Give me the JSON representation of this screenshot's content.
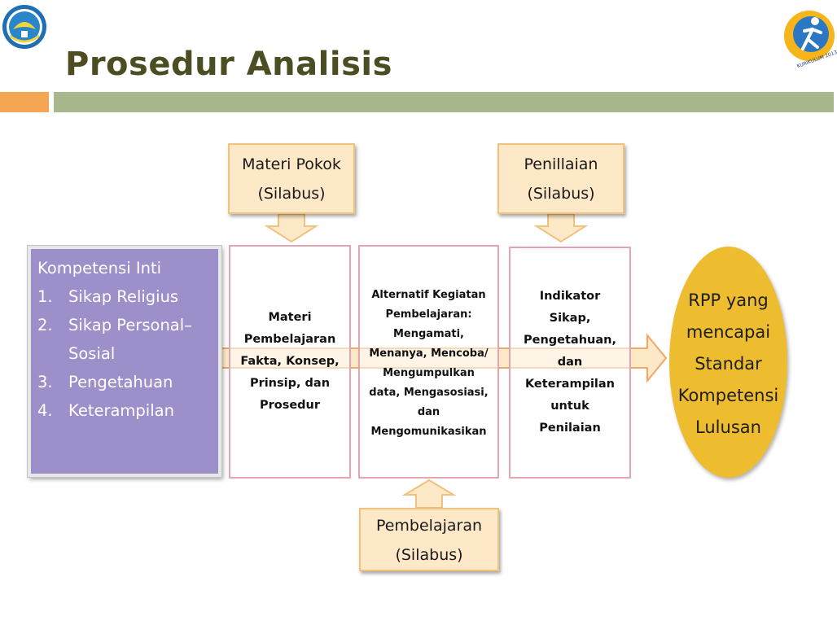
{
  "title": "Prosedur Analisis",
  "logos": {
    "left": "kemendikbud-logo",
    "right_text": "KURIKULUM 2013"
  },
  "boxes": {
    "materi_pokok": {
      "line1": "Materi Pokok",
      "line2": "(Silabus)"
    },
    "penilaian": {
      "line1": "Penillaian",
      "line2": "(Silabus)"
    },
    "pembelajaran": {
      "line1": "Pembelajaran",
      "line2": "(Silabus)"
    },
    "kompetensi": {
      "heading": "Kompetensi Inti",
      "items": [
        {
          "num": "1.",
          "text": "Sikap Religius"
        },
        {
          "num": "2.",
          "text": "Sikap Personal–",
          "cont": "Sosial"
        },
        {
          "num": "3.",
          "text": "Pengetahuan"
        },
        {
          "num": "4.",
          "text": "Keterampilan"
        }
      ]
    },
    "materi_pembelajaran": [
      "Materi",
      "Pembelajaran",
      "Fakta, Konsep,",
      "Prinsip, dan",
      "Prosedur"
    ],
    "alternatif": [
      "Alternatif Kegiatan",
      "Pembelajaran:",
      "Mengamati,",
      "Menanya, Mencoba/",
      "Mengumpulkan",
      "data, Mengasosiasi,",
      "dan",
      "Mengomunikasikan"
    ],
    "indikator": [
      "Indikator",
      "Sikap,",
      "Pengetahuan,",
      "dan",
      "Keterampilan",
      "untuk",
      "Penilaian"
    ],
    "rpp": [
      "RPP yang",
      "mencapai",
      "Standar",
      "Kompetensi",
      "Lulusan"
    ]
  },
  "colors": {
    "title": "#4d4d24",
    "accent_orange": "#f4a653",
    "accent_green": "#a9b78c",
    "tan_fill": "#fde8c7",
    "tan_border": "#f0c27b",
    "pink_border": "#e3a5b1",
    "purple": "#9d8fc9",
    "oval": "#eebd2f"
  }
}
